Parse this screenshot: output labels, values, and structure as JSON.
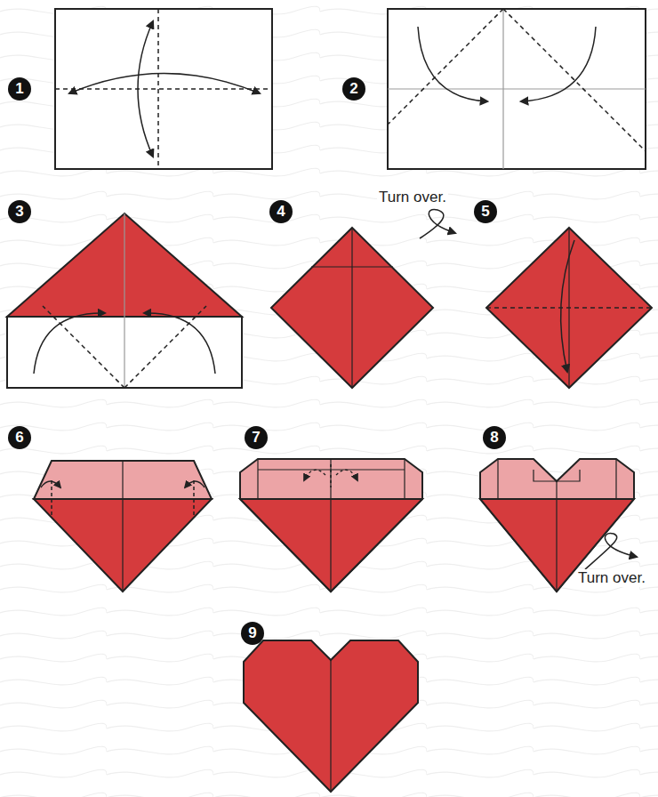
{
  "diagram": {
    "labels": [
      "1",
      "2",
      "3",
      "4",
      "Turn over.",
      "5",
      "6",
      "7",
      "8",
      "Turn over.",
      "9"
    ]
  }
}
